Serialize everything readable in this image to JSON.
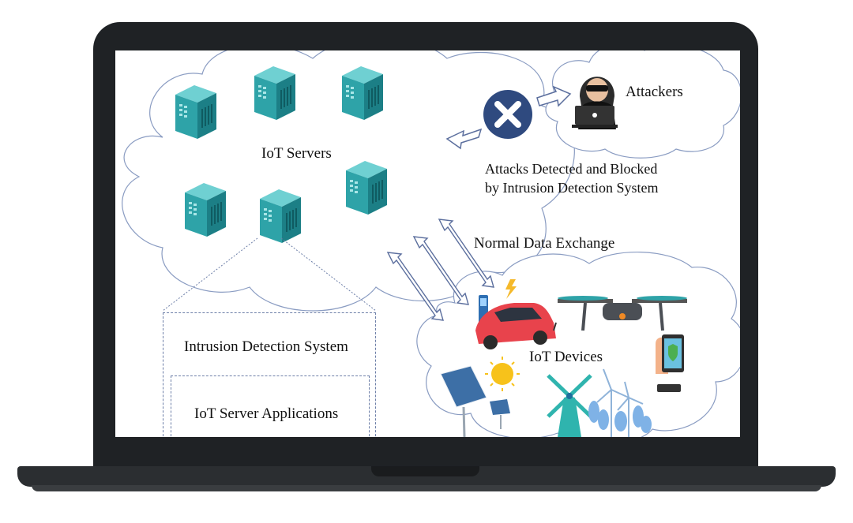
{
  "diagram": {
    "labels": {
      "iot_servers": "IoT Servers",
      "attackers": "Attackers",
      "attacks_line1": "Attacks Detected and Blocked",
      "attacks_line2": "by Intrusion Detection System",
      "normal_exchange": "Normal Data Exchange",
      "iot_devices": "IoT Devices",
      "ids": "Intrusion Detection System",
      "server_apps": "IoT Server Applications"
    },
    "colors": {
      "cloud_stroke": "#8a9cc2",
      "server_teal": "#2ea3a8",
      "block_circle": "#2f4a7f",
      "arrow_stroke": "#5c6f9e",
      "laptop_frame": "#1f2225"
    }
  }
}
